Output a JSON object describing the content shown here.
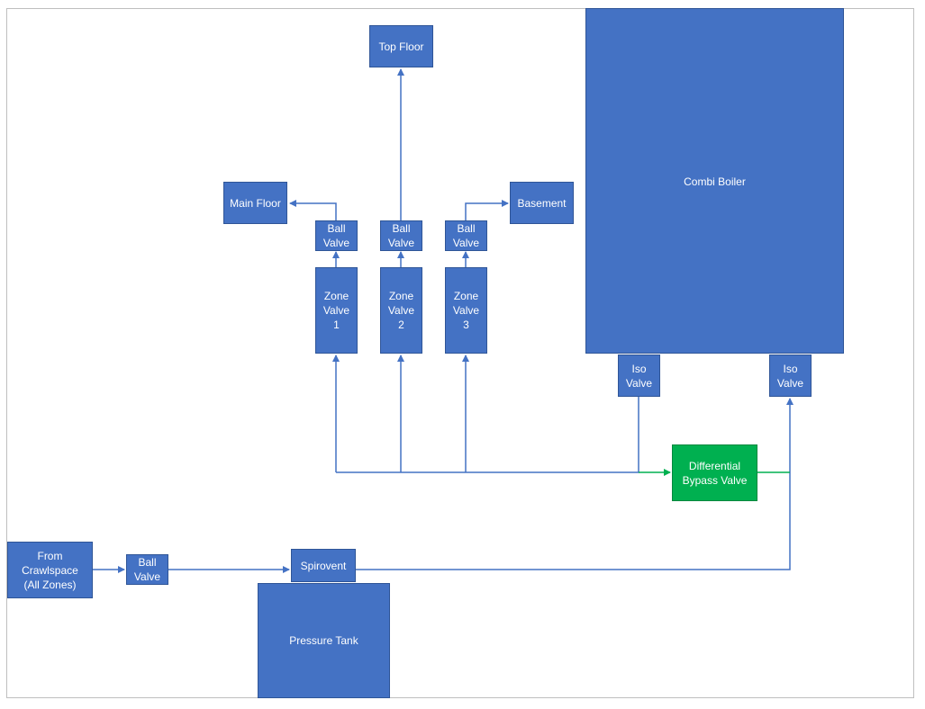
{
  "colors": {
    "box_fill": "#4472c4",
    "box_stroke": "#2f5597",
    "bypass_fill": "#00b050",
    "line_blue": "#4472c4",
    "line_green": "#00b050",
    "frame": "#bfbfbf"
  },
  "diagram": {
    "top_floor": "Top Floor",
    "main_floor": "Main Floor",
    "basement": "Basement",
    "ball_valve_1": "Ball\nValve",
    "ball_valve_2": "Ball\nValve",
    "ball_valve_3": "Ball\nValve",
    "zone_valve_1": "Zone\nValve\n1",
    "zone_valve_2": "Zone\nValve\n2",
    "zone_valve_3": "Zone\nValve\n3",
    "combi_boiler": "Combi Boiler",
    "iso_valve_left": "Iso\nValve",
    "iso_valve_right": "Iso\nValve",
    "differential_bypass": "Differential\nBypass Valve",
    "from_crawlspace": "From\nCrawlspace\n(All Zones)",
    "ball_valve_inlet": "Ball\nValve",
    "spirovent": "Spirovent",
    "pressure_tank": "Pressure Tank"
  }
}
